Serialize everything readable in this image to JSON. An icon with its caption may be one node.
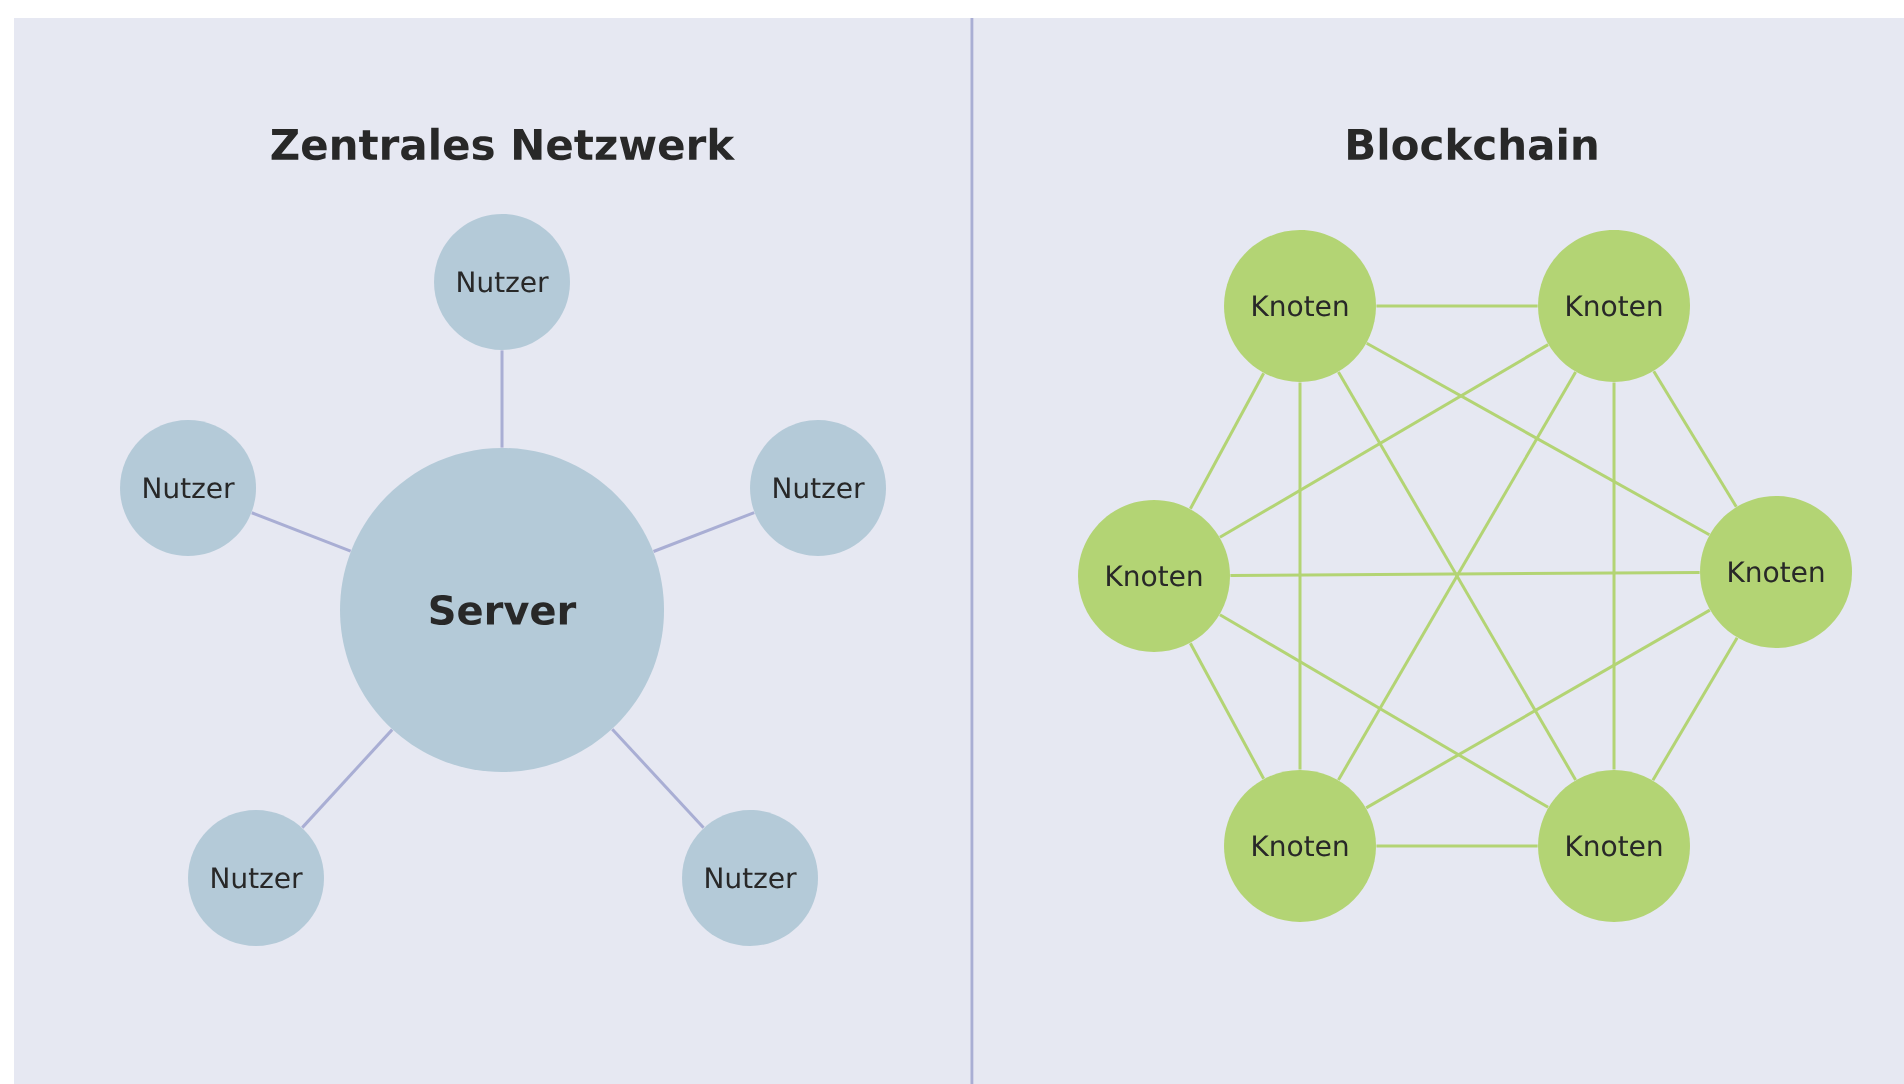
{
  "diagram": {
    "nodes": [
      {
        "text": [
          "Nutzer"
        ]
      },
      {
        "text": [
          "Nutzer"
        ]
      },
      {
        "text": [
          "Nutzer"
        ]
      },
      {
        "text": [
          "Server"
        ]
      },
      {
        "text": [
          "Nutzer"
        ]
      },
      {
        "text": [
          "Nutzer"
        ]
      },
      {
        "text": [
          "Knoten"
        ]
      },
      {
        "text": [
          "Knoten"
        ]
      },
      {
        "text": [
          "Knoten"
        ]
      },
      {
        "text": [
          "Knoten"
        ]
      },
      {
        "text": [
          "Knoten"
        ]
      },
      {
        "text": [
          "Knoten"
        ]
      }
    ],
    "edges": [
      {
        "from": 3,
        "to": 0,
        "arrow": "none",
        "color": "#a9aed4"
      },
      {
        "from": 3,
        "to": 1,
        "arrow": "none",
        "color": "#a9aed4"
      },
      {
        "from": 3,
        "to": 2,
        "arrow": "none",
        "color": "#a9aed4"
      },
      {
        "from": 3,
        "to": 4,
        "arrow": "none",
        "color": "#a9aed4"
      },
      {
        "from": 3,
        "to": 5,
        "arrow": "none",
        "color": "#a9aed4"
      },
      {
        "from": 6,
        "to": 7,
        "arrow": "none"
      },
      {
        "from": 6,
        "to": 8,
        "arrow": "none"
      },
      {
        "from": 6,
        "to": 9,
        "arrow": "none"
      },
      {
        "from": 6,
        "to": 10,
        "arrow": "none"
      },
      {
        "from": 6,
        "to": 11,
        "arrow": "none"
      },
      {
        "from": 7,
        "to": 8,
        "arrow": "none"
      },
      {
        "from": 7,
        "to": 9,
        "arrow": "none"
      },
      {
        "from": 7,
        "to": 10,
        "arrow": "none"
      },
      {
        "from": 7,
        "to": 11,
        "arrow": "none"
      },
      {
        "from": 8,
        "to": 9,
        "arrow": "none"
      },
      {
        "from": 8,
        "to": 10,
        "arrow": "none"
      },
      {
        "from": 8,
        "to": 11,
        "arrow": "none"
      },
      {
        "from": 9,
        "to": 10,
        "arrow": "none"
      },
      {
        "from": 9,
        "to": 11,
        "arrow": "none"
      },
      {
        "from": 10,
        "to": 11,
        "arrow": "none"
      }
    ],
    "labels": [
      "Zentrales Netzwerk",
      "Blockchain"
    ]
  }
}
